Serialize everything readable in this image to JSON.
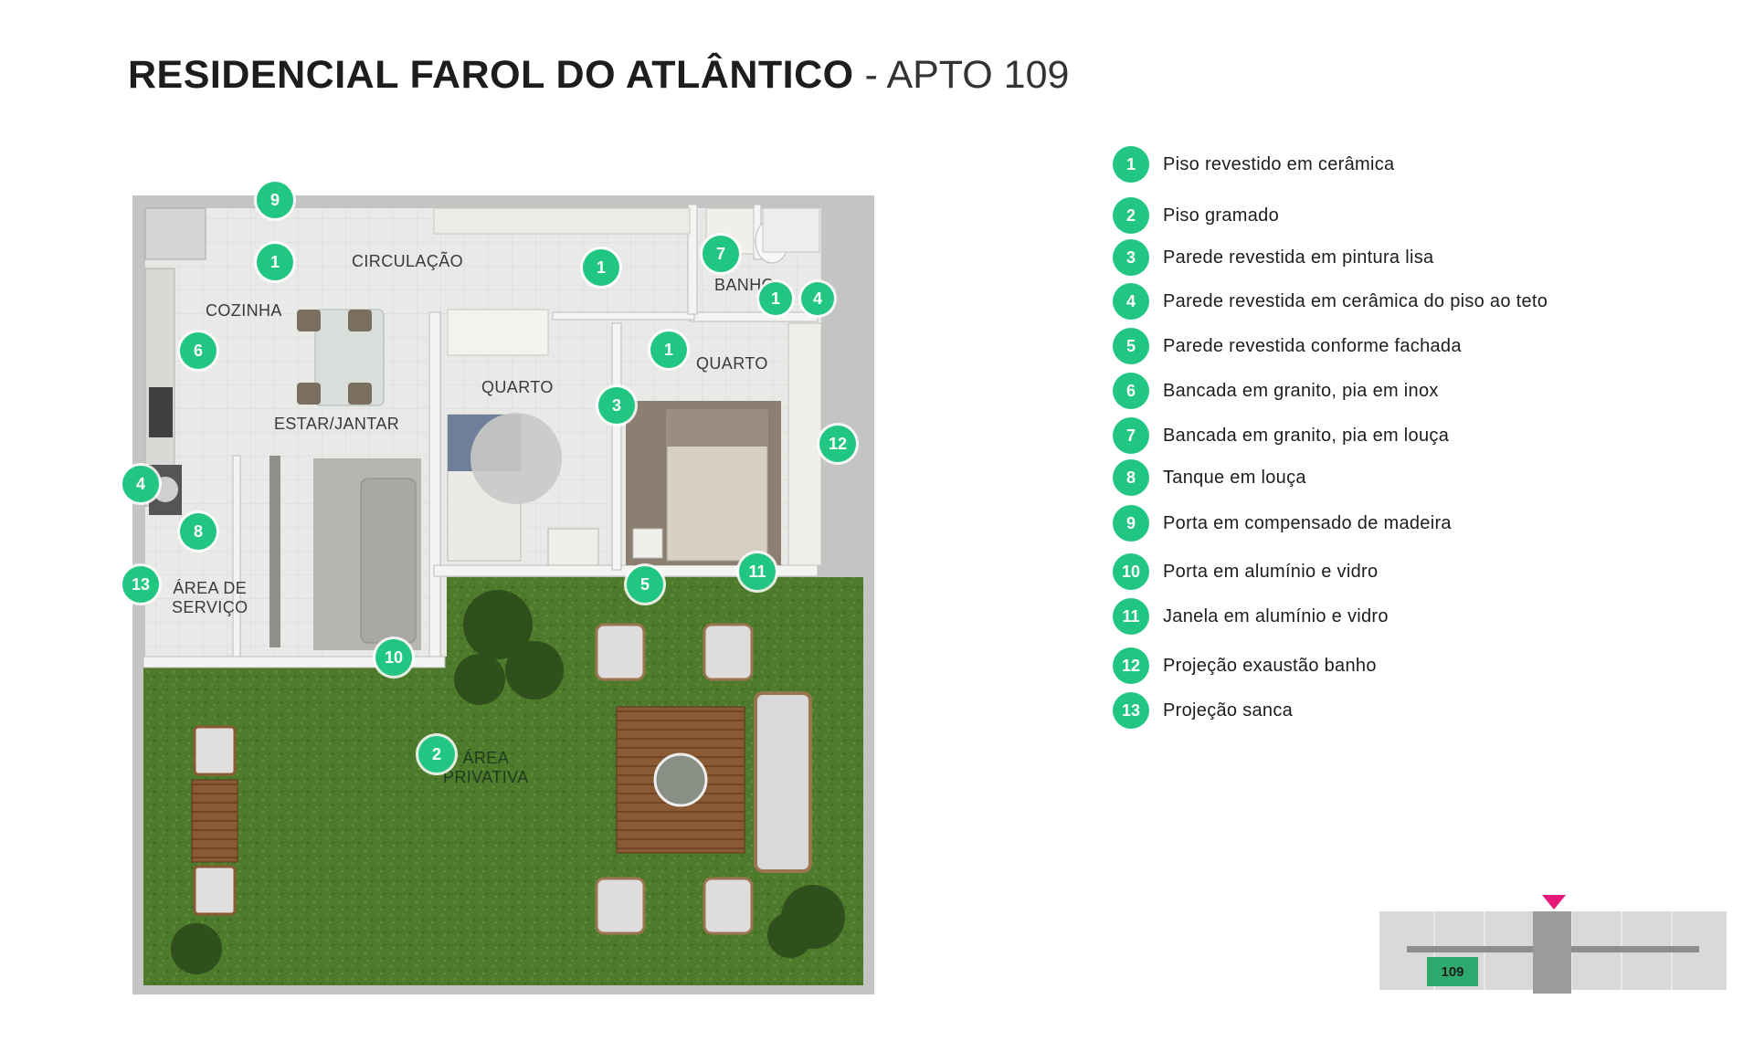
{
  "title": {
    "bold": "RESIDENCIAL FAROL DO ATLÂNTICO",
    "rest": "- APTO 109"
  },
  "rooms": {
    "circulacao": "CIRCULAÇÃO",
    "cozinha": "COZINHA",
    "banho": "BANHO",
    "quarto1": "QUARTO",
    "quarto2": "QUARTO",
    "estar_jantar": "ESTAR/JANTAR",
    "area_servico_1": "ÁREA DE",
    "area_servico_2": "SERVIÇO",
    "area_privativa_1": "ÁREA",
    "area_privativa_2": "PRIVATIVA"
  },
  "markers": [
    "9",
    "1",
    "1",
    "7",
    "1",
    "4",
    "6",
    "1",
    "3",
    "12",
    "4",
    "8",
    "13",
    "5",
    "11",
    "10",
    "2"
  ],
  "legend": [
    {
      "num": "1",
      "text": "Piso revestido em cerâmica"
    },
    {
      "num": "2",
      "text": "Piso gramado"
    },
    {
      "num": "3",
      "text": "Parede revestida em pintura lisa"
    },
    {
      "num": "4",
      "text": "Parede revestida em cerâmica do piso ao teto"
    },
    {
      "num": "5",
      "text": "Parede revestida conforme fachada"
    },
    {
      "num": "6",
      "text": "Bancada em granito, pia em inox"
    },
    {
      "num": "7",
      "text": "Bancada em granito, pia em louça"
    },
    {
      "num": "8",
      "text": "Tanque em louça"
    },
    {
      "num": "9",
      "text": "Porta em compensado de madeira"
    },
    {
      "num": "10",
      "text": "Porta em alumínio e vidro"
    },
    {
      "num": "11",
      "text": "Janela em alumínio e vidro"
    },
    {
      "num": "12",
      "text": "Projeção exaustão banho"
    },
    {
      "num": "13",
      "text": "Projeção sanca"
    }
  ],
  "keymap": {
    "unit_label": "109"
  },
  "colors": {
    "marker": "#22c683",
    "highlight": "#e6197a",
    "unit": "#2eaa6e",
    "grass": "#4e7a2c"
  }
}
